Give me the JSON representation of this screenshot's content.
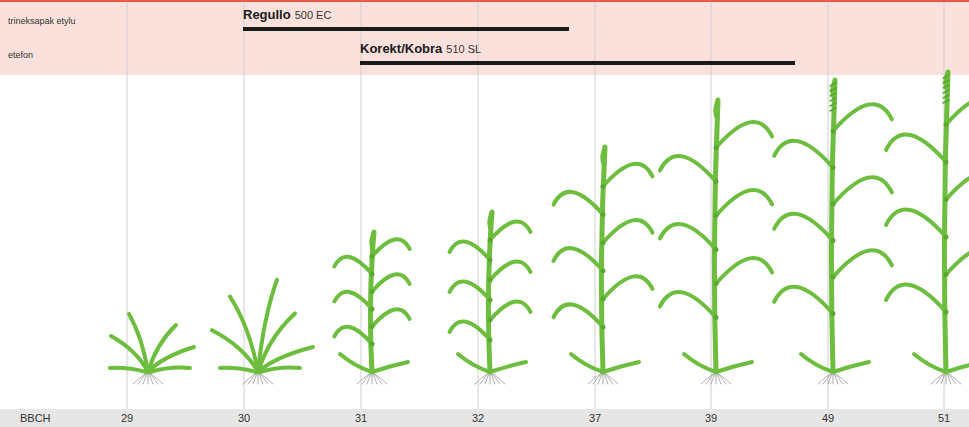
{
  "diagram": {
    "labels": [
      "trineksapak etylu",
      "Regullo",
      "500 EC",
      "etefon",
      "Korekt/Kobra",
      "510 SL",
      "BBCH",
      "29",
      "30",
      "31",
      "32",
      "37",
      "39",
      "49",
      "51"
    ]
  }
}
